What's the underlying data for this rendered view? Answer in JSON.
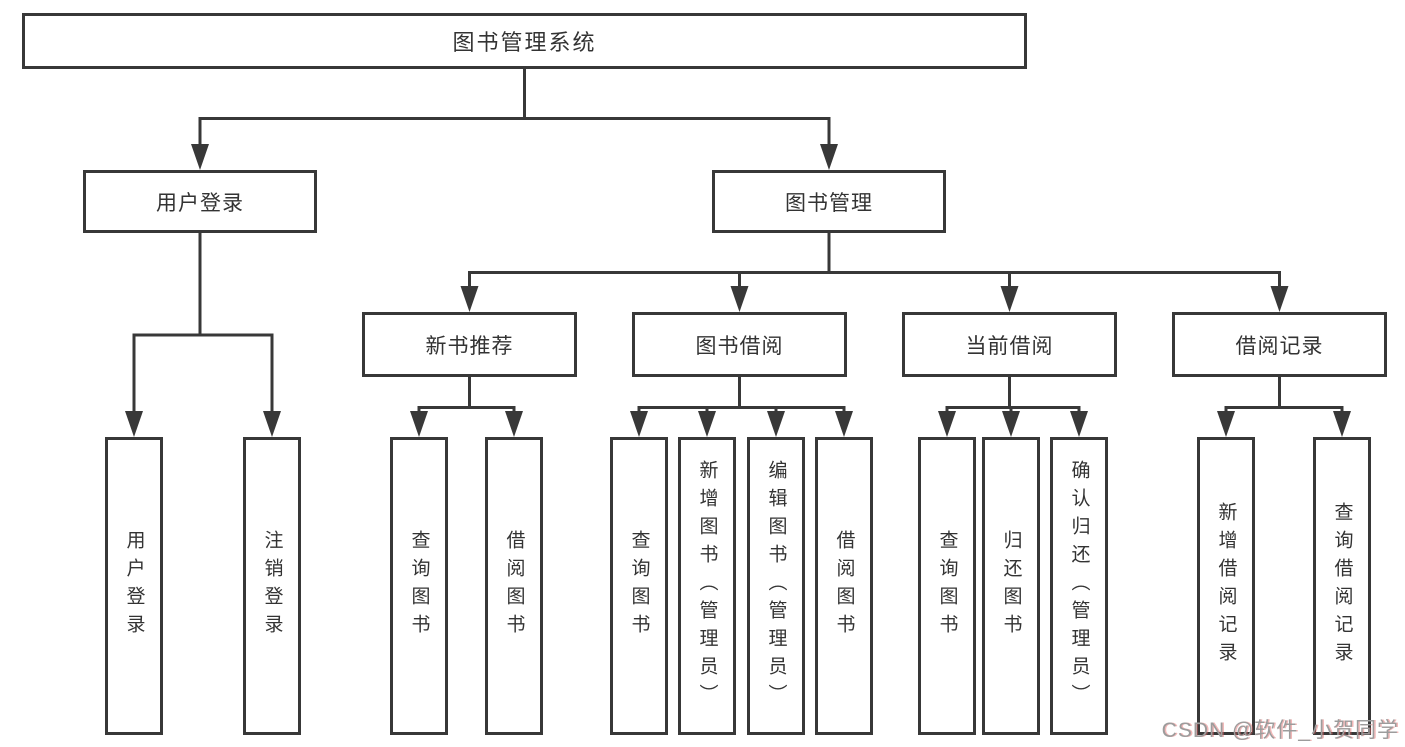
{
  "diagram": {
    "root": {
      "label": "图书管理系统"
    },
    "level2": [
      {
        "label": "用户登录"
      },
      {
        "label": "图书管理"
      }
    ],
    "level3": [
      {
        "label": "新书推荐"
      },
      {
        "label": "图书借阅"
      },
      {
        "label": "当前借阅"
      },
      {
        "label": "借阅记录"
      }
    ],
    "leaves": [
      {
        "label": "用户登录"
      },
      {
        "label": "注销登录"
      },
      {
        "label": "查询图书"
      },
      {
        "label": "借阅图书"
      },
      {
        "label": "查询图书"
      },
      {
        "label": "新增图书（管理员）"
      },
      {
        "label": "编辑图书（管理员）"
      },
      {
        "label": "借阅图书"
      },
      {
        "label": "查询图书"
      },
      {
        "label": "归还图书"
      },
      {
        "label": "确认归还（管理员）"
      },
      {
        "label": "新增借阅记录"
      },
      {
        "label": "查询借阅记录"
      }
    ],
    "colors": {
      "line": "#383838",
      "text": "#333333",
      "background": "#ffffff"
    }
  },
  "watermark": {
    "text": "CSDN @软件_小贺同学",
    "color": "#9c9c9c"
  }
}
